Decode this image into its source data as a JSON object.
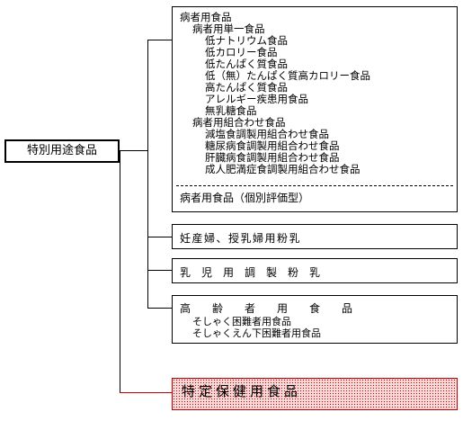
{
  "root": {
    "label": "特別用途食品"
  },
  "patient_food": {
    "lines": [
      "病者用食品",
      "病者用単一食品",
      "低ナトリウム食品",
      "低カロリー食品",
      "低たんぱく質食品",
      "低（無）たんぱく質高カロリー食品",
      "高たんぱく質食品",
      "アレルギー疾患用食品",
      "無乳糖食品",
      "病者用組合わせ食品",
      "減塩食調製用組合わせ食品",
      "糖尿病食調製用組合わせ食品",
      "肝臓病食調製用組合わせ食品",
      "成人肥満症食調製用組合わせ食品"
    ],
    "individual": "病者用食品（個別評価型）"
  },
  "pregnant_box": {
    "label": "妊産婦、授乳婦用粉乳"
  },
  "infant_box": {
    "label": "乳　児　用　調　製　粉　乳"
  },
  "elderly_box": {
    "title": "高　　齢　　者　　用　　食　　品",
    "items": [
      "そしゃく困難者用食品",
      "そしゃくえん下困難者用食品"
    ]
  },
  "health_box": {
    "label": "特定保健用食品"
  },
  "colors": {
    "line": "#000000",
    "highlight_border": "#c00000",
    "highlight_fill": "#f6dada"
  }
}
